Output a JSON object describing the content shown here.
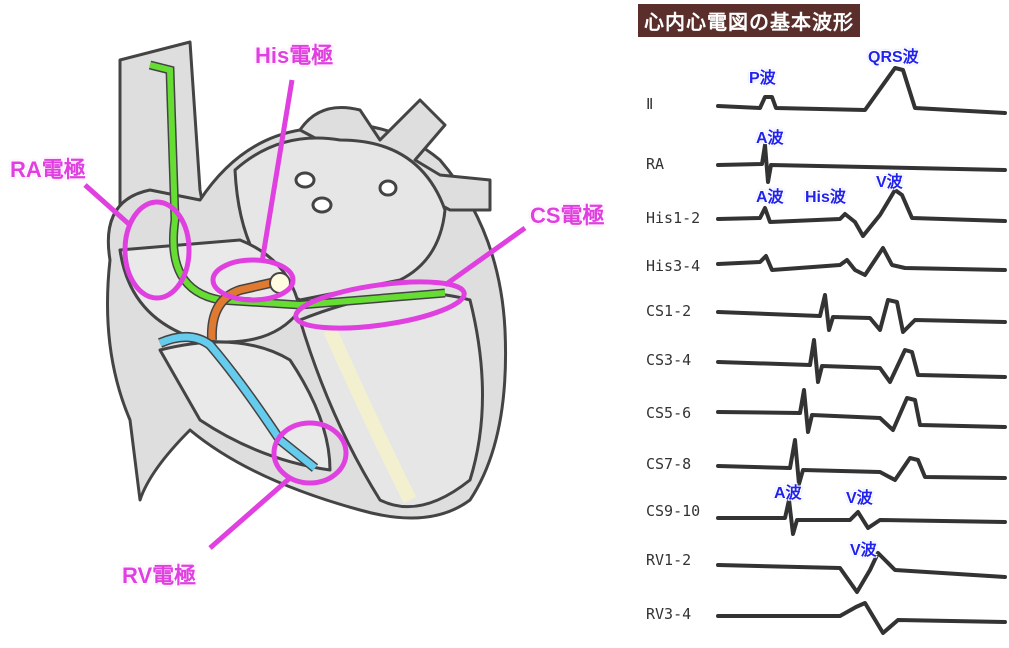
{
  "title": "心内心電図の基本波形",
  "electrodes": {
    "ra": "RA電極",
    "his": "His電極",
    "cs": "CS電極",
    "rv": "RV電極"
  },
  "leads": [
    "Ⅱ",
    "RA",
    "His1-2",
    "His3-4",
    "CS1-2",
    "CS3-4",
    "CS5-6",
    "CS7-8",
    "CS9-10",
    "RV1-2",
    "RV3-4"
  ],
  "wave_labels": {
    "p": "P波",
    "qrs": "QRS波",
    "a1": "A波",
    "a2": "A波",
    "his": "His波",
    "v1": "V波",
    "a3": "A波",
    "v2": "V波",
    "v3": "V波"
  },
  "colors": {
    "ra_lead": "#66dd33",
    "his_lead": "#e07a30",
    "rv_lead": "#66ccee",
    "highlight": "#e040e0",
    "label_blue": "#2222ee"
  }
}
